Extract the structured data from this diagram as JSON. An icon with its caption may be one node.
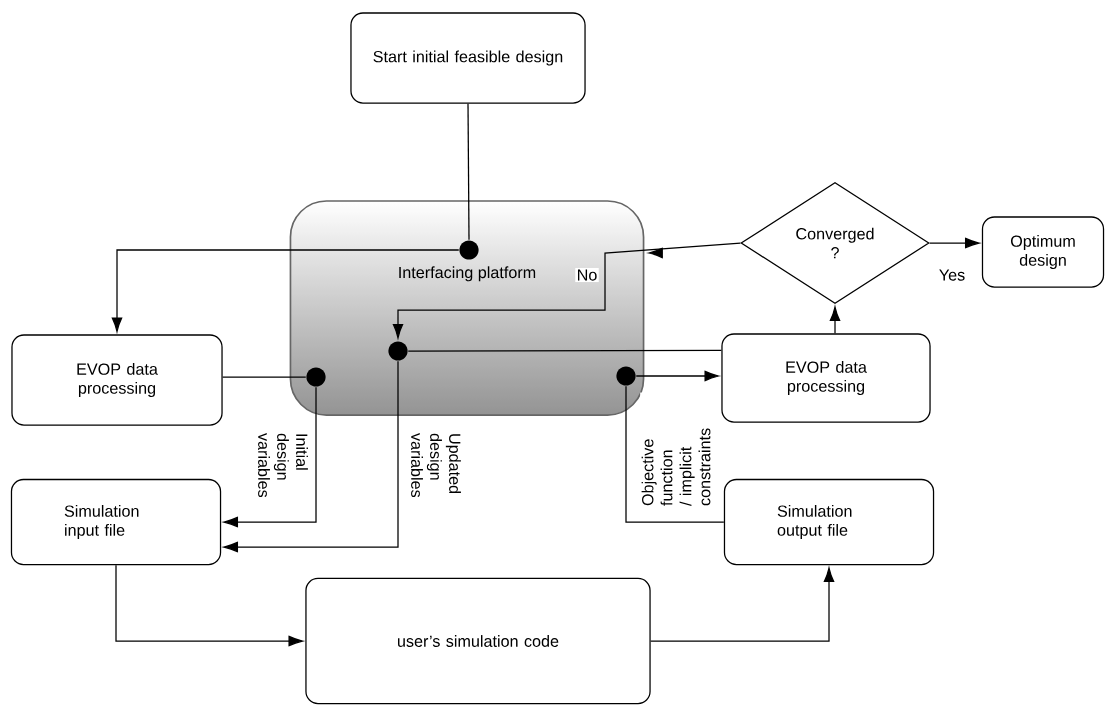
{
  "diagram": {
    "nodes": [
      {
        "text": [
          "Start initial feasible design"
        ]
      },
      {
        "text": [
          "Interfacing platform"
        ]
      },
      {
        "text": [],
        "shape": "circle",
        "in": 1
      },
      {
        "text": [
          "Converged ?"
        ]
      },
      {
        "text": [
          "Optimum design"
        ]
      },
      {
        "text": [
          "EVOP data processing"
        ]
      },
      {
        "text": [],
        "shape": "circle",
        "in": 1
      },
      {
        "text": [],
        "shape": "circle",
        "in": 1
      },
      {
        "text": [],
        "shape": "circle",
        "in": 1
      },
      {
        "text": [
          "EVOP data processing"
        ]
      },
      {
        "text": [
          "Simulation input file"
        ]
      },
      {
        "text": [
          "Simulation output file"
        ]
      },
      {
        "text": [
          "user’s simulation code"
        ]
      }
    ],
    "edges": [
      {
        "from": 0,
        "to": 2,
        "arrow": "none"
      },
      {
        "from": 2,
        "to": 5,
        "arrow": "to"
      },
      {
        "from": 3,
        "to": 6,
        "arrow": "to",
        "label": "No"
      },
      {
        "from": 3,
        "to": 4,
        "arrow": "to",
        "label": "Yes"
      },
      {
        "from": 9,
        "to": 3,
        "arrow": "to"
      },
      {
        "from": 5,
        "to": 7,
        "arrow": "none"
      },
      {
        "from": 9,
        "to": 6,
        "arrow": "none"
      },
      {
        "from": 8,
        "to": 9,
        "arrow": "to"
      },
      {
        "from": 7,
        "to": 10,
        "arrow": "to",
        "label": "Initial design variables"
      },
      {
        "from": 6,
        "to": 10,
        "arrow": "to",
        "label": "Updated design variables"
      },
      {
        "from": 11,
        "to": 8,
        "arrow": "none",
        "label": "Objective function / implicit constraints"
      },
      {
        "from": 10,
        "to": 12,
        "arrow": "to"
      },
      {
        "from": 12,
        "to": 11,
        "arrow": "to"
      }
    ]
  }
}
